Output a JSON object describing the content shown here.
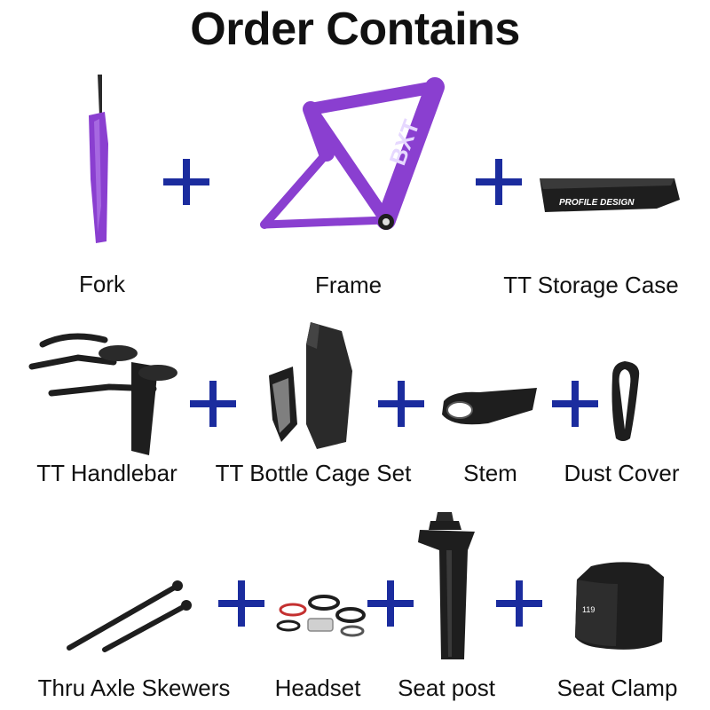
{
  "title": "Order Contains",
  "colors": {
    "plus": "#1b2c9e",
    "frame_purple": "#8a3fd0",
    "part_black": "#1e1e1e"
  },
  "items": [
    {
      "label": "Fork"
    },
    {
      "label": "Frame"
    },
    {
      "label": "TT Storage Case",
      "brand": "PROFILE DESIGN"
    },
    {
      "label": "TT Handlebar"
    },
    {
      "label": "TT Bottle Cage Set"
    },
    {
      "label": "Stem"
    },
    {
      "label": "Dust Cover"
    },
    {
      "label": "Thru Axle Skewers"
    },
    {
      "label": "Headset"
    },
    {
      "label": "Seat post"
    },
    {
      "label": "Seat Clamp",
      "marking": "119"
    }
  ],
  "plus_symbol": "+"
}
